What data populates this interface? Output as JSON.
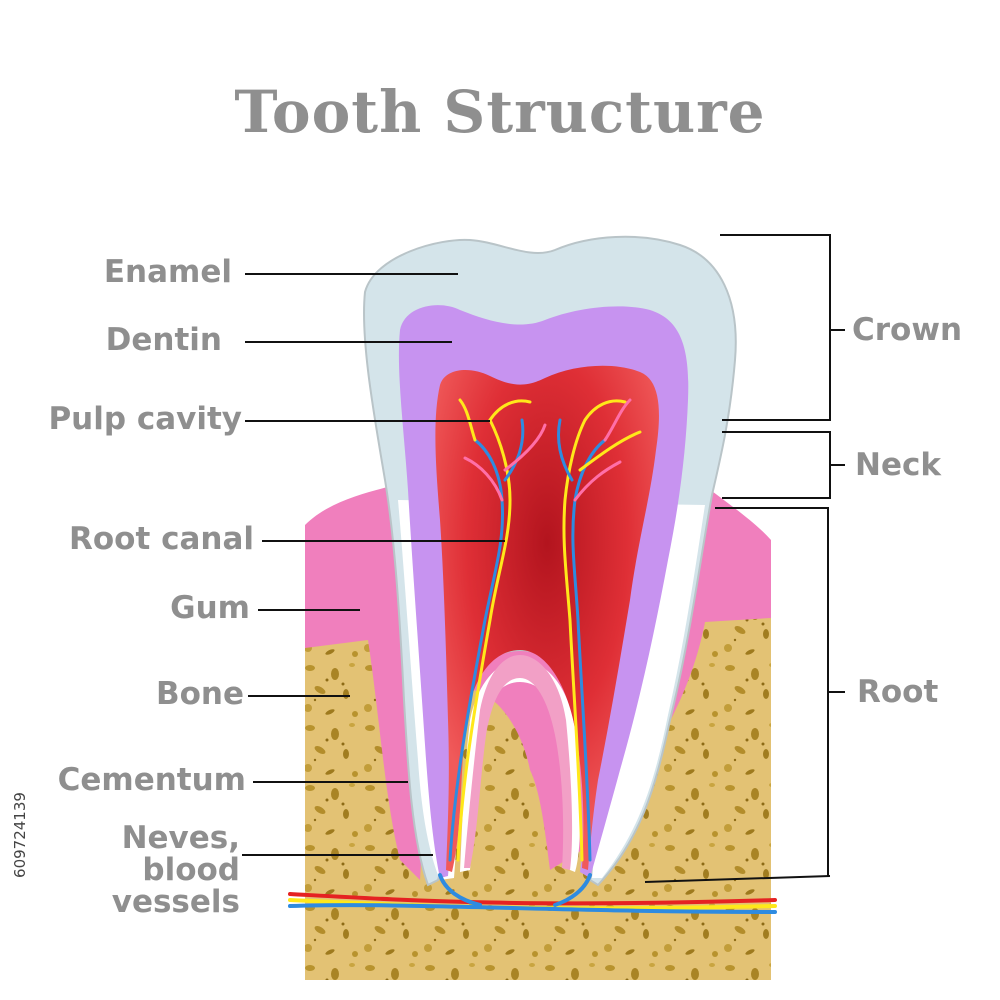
{
  "title": "Tooth Structure",
  "labels": {
    "enamel": "Enamel",
    "dentin": "Dentin",
    "pulp_cavity": "Pulp cavity",
    "root_canal": "Root canal",
    "gum": "Gum",
    "bone": "Bone",
    "cementum": "Cementum",
    "nerves_line1": "Neves,",
    "nerves_line2": "blood",
    "nerves_line3": "vessels"
  },
  "regions": {
    "crown": "Crown",
    "neck": "Neck",
    "root": "Root"
  },
  "stock_id": "609724139",
  "colors": {
    "label_text": "#8f8f8f",
    "enamel": "#d4e4ea",
    "dentin": "#c793f0",
    "pulp": "#e2373f",
    "gum": "#f07fbd",
    "bone": "#e2c16f",
    "nerve_yellow": "#ffe81a",
    "nerve_blue": "#2e8be0",
    "vessel_red": "#e52222"
  }
}
